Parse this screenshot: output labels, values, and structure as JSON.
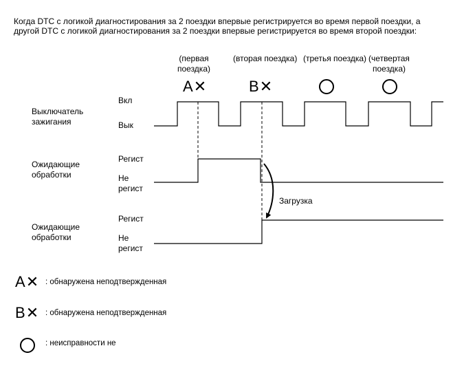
{
  "intro": {
    "line1": "Когда DTC с логикой диагностирования за 2 поездки впервые регистрируется во время первой поездки, а",
    "line2": "другой DTC с логикой диагностирования за 2 поездки впервые регистрируется во время второй поездки:"
  },
  "trips": {
    "first_l1": "(первая",
    "first_l2": "поездка)",
    "second": "(вторая поездка)",
    "third": "(третья поездка)",
    "fourth_l1": "(четвертая",
    "fourth_l2": "поездка)"
  },
  "marks": {
    "a": "A",
    "b": "B",
    "x_glyph": "✕"
  },
  "rows": {
    "ignition": {
      "label_l1": "Выключатель",
      "label_l2": "зажигания",
      "on": "Вкл",
      "off": "Вык"
    },
    "pending1": {
      "label_l1": "Ожидающие",
      "label_l2": "обработки",
      "set": "Регист",
      "unset_l1": "Не",
      "unset_l2": "регист"
    },
    "pending2": {
      "label_l1": "Ожидающие",
      "label_l2": "обработки",
      "set": "Регист",
      "unset_l1": "Не",
      "unset_l2": "регист"
    }
  },
  "load_label": "Загрузка",
  "legend": {
    "a_text": ": обнаружена неподтвержденная",
    "b_text": ": обнаружена неподтвержденная",
    "o_text": ": неисправности не"
  },
  "colors": {
    "line": "#000000",
    "background": "#ffffff"
  }
}
